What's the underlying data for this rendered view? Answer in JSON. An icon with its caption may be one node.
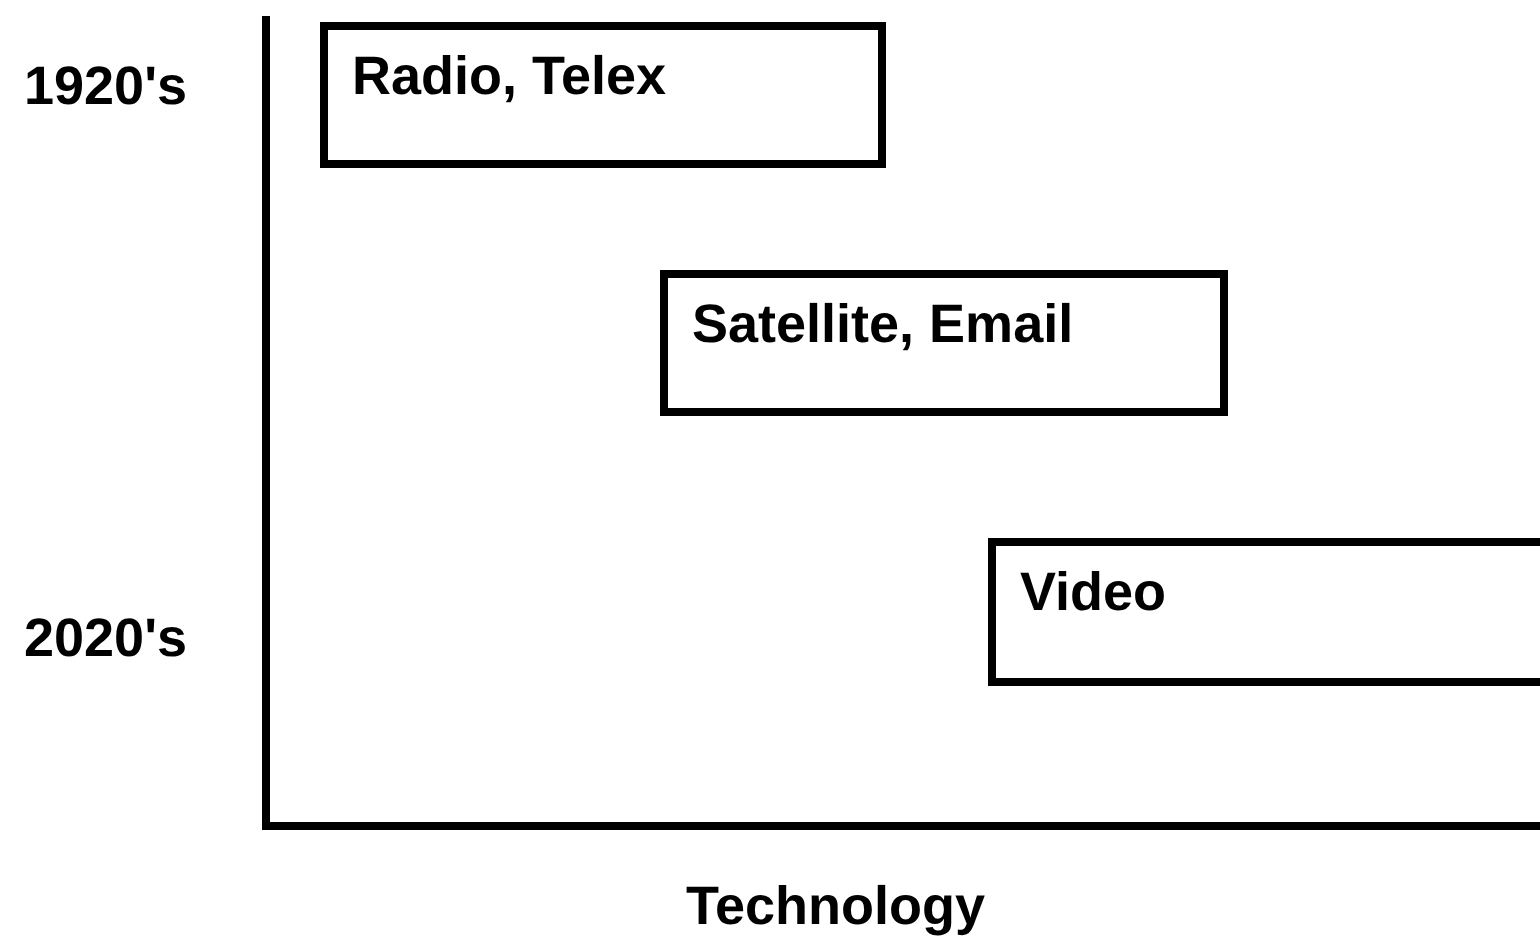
{
  "diagram": {
    "nodes": [
      {
        "text": [
          "Radio, Telex"
        ]
      },
      {
        "text": [
          "Satellite, Email"
        ]
      },
      {
        "text": [
          "Video"
        ]
      }
    ],
    "labels": [
      "1920's",
      "2020's",
      "Technology"
    ]
  }
}
